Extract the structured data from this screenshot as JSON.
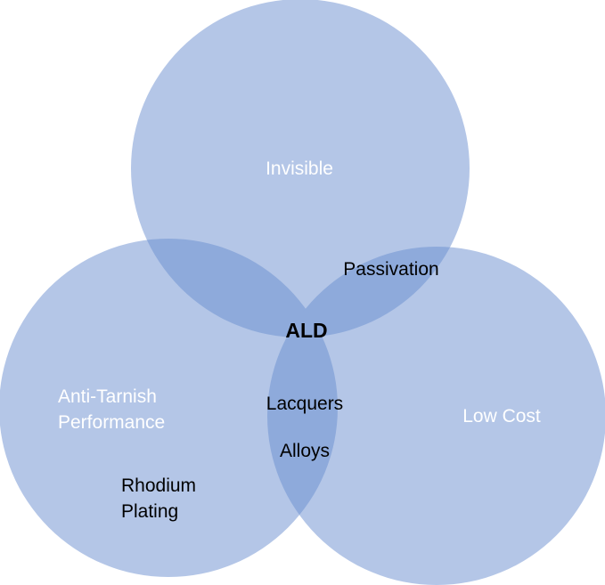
{
  "colors": {
    "circle_fill": "#b4c6e7",
    "overlap_fill": "#8eaadb",
    "set_label": "#ffffff",
    "item_label": "#000000"
  },
  "sets": {
    "top": "Invisible",
    "left": [
      "Anti-Tarnish",
      "Performance"
    ],
    "right": "Low Cost"
  },
  "items": {
    "center": "ALD",
    "top_right_overlap": "Passivation",
    "left_right_overlap_1": "Lacquers",
    "left_right_overlap_2": "Alloys",
    "left_only": [
      "Rhodium",
      "Plating"
    ]
  }
}
